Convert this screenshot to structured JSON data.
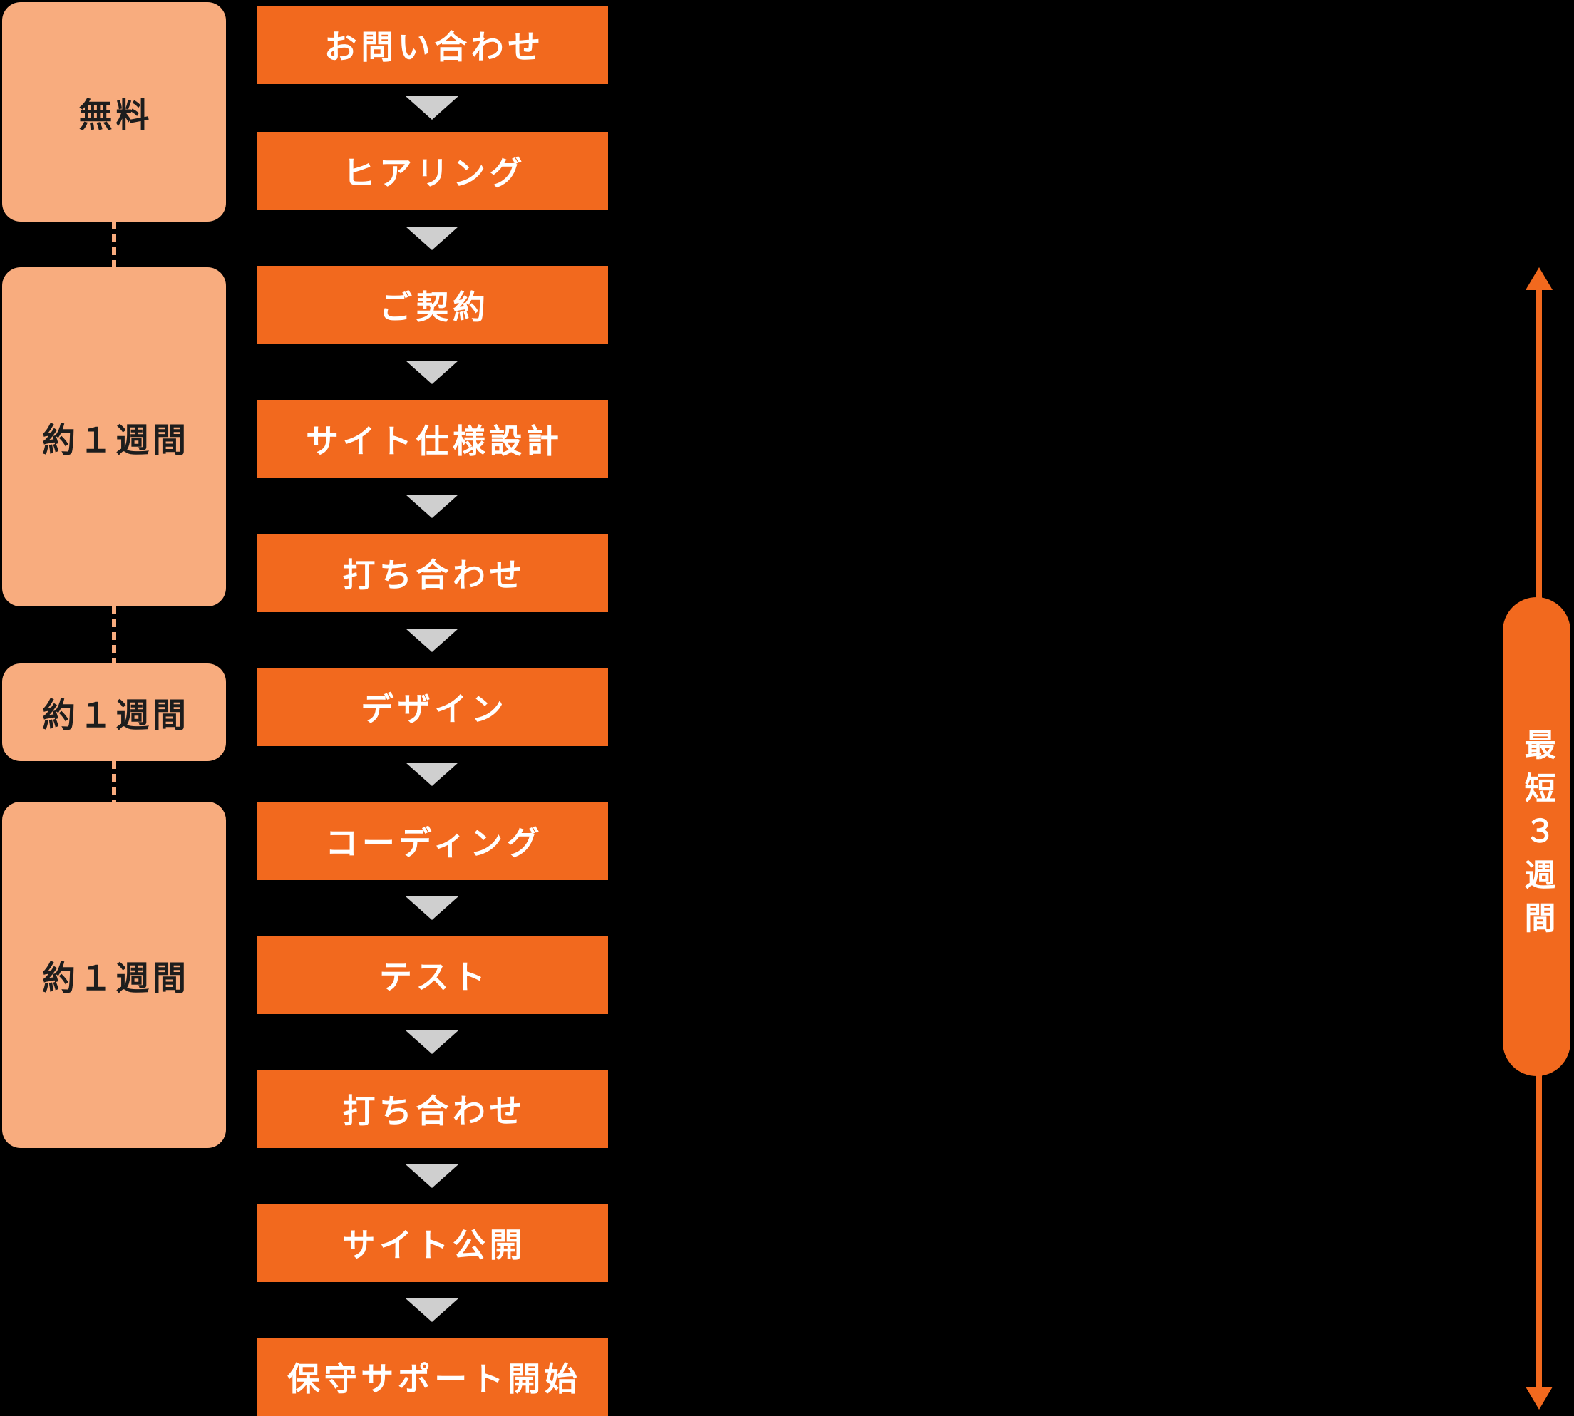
{
  "palette": {
    "background": "#000000",
    "step_orange": "#F2691E",
    "duration_peach": "#F8AC7E",
    "arrow_gray": "#CFCFCF",
    "step_text": "#FFFFFF",
    "duration_text": "#1D1D1D"
  },
  "flow": {
    "steps": [
      {
        "label": "お問い合わせ"
      },
      {
        "label": "ヒアリング"
      },
      {
        "label": "ご契約"
      },
      {
        "label": "サイト仕様設計"
      },
      {
        "label": "打ち合わせ"
      },
      {
        "label": "デザイン"
      },
      {
        "label": "コーディング"
      },
      {
        "label": "テスト"
      },
      {
        "label": "打ち合わせ"
      },
      {
        "label": "サイト公開"
      },
      {
        "label": "保守サポート開始"
      }
    ]
  },
  "durations": [
    {
      "label": "無料"
    },
    {
      "label": "約１週間"
    },
    {
      "label": "約１週間"
    },
    {
      "label": "約１週間"
    }
  ],
  "timeline": {
    "label": "最短３週間"
  }
}
